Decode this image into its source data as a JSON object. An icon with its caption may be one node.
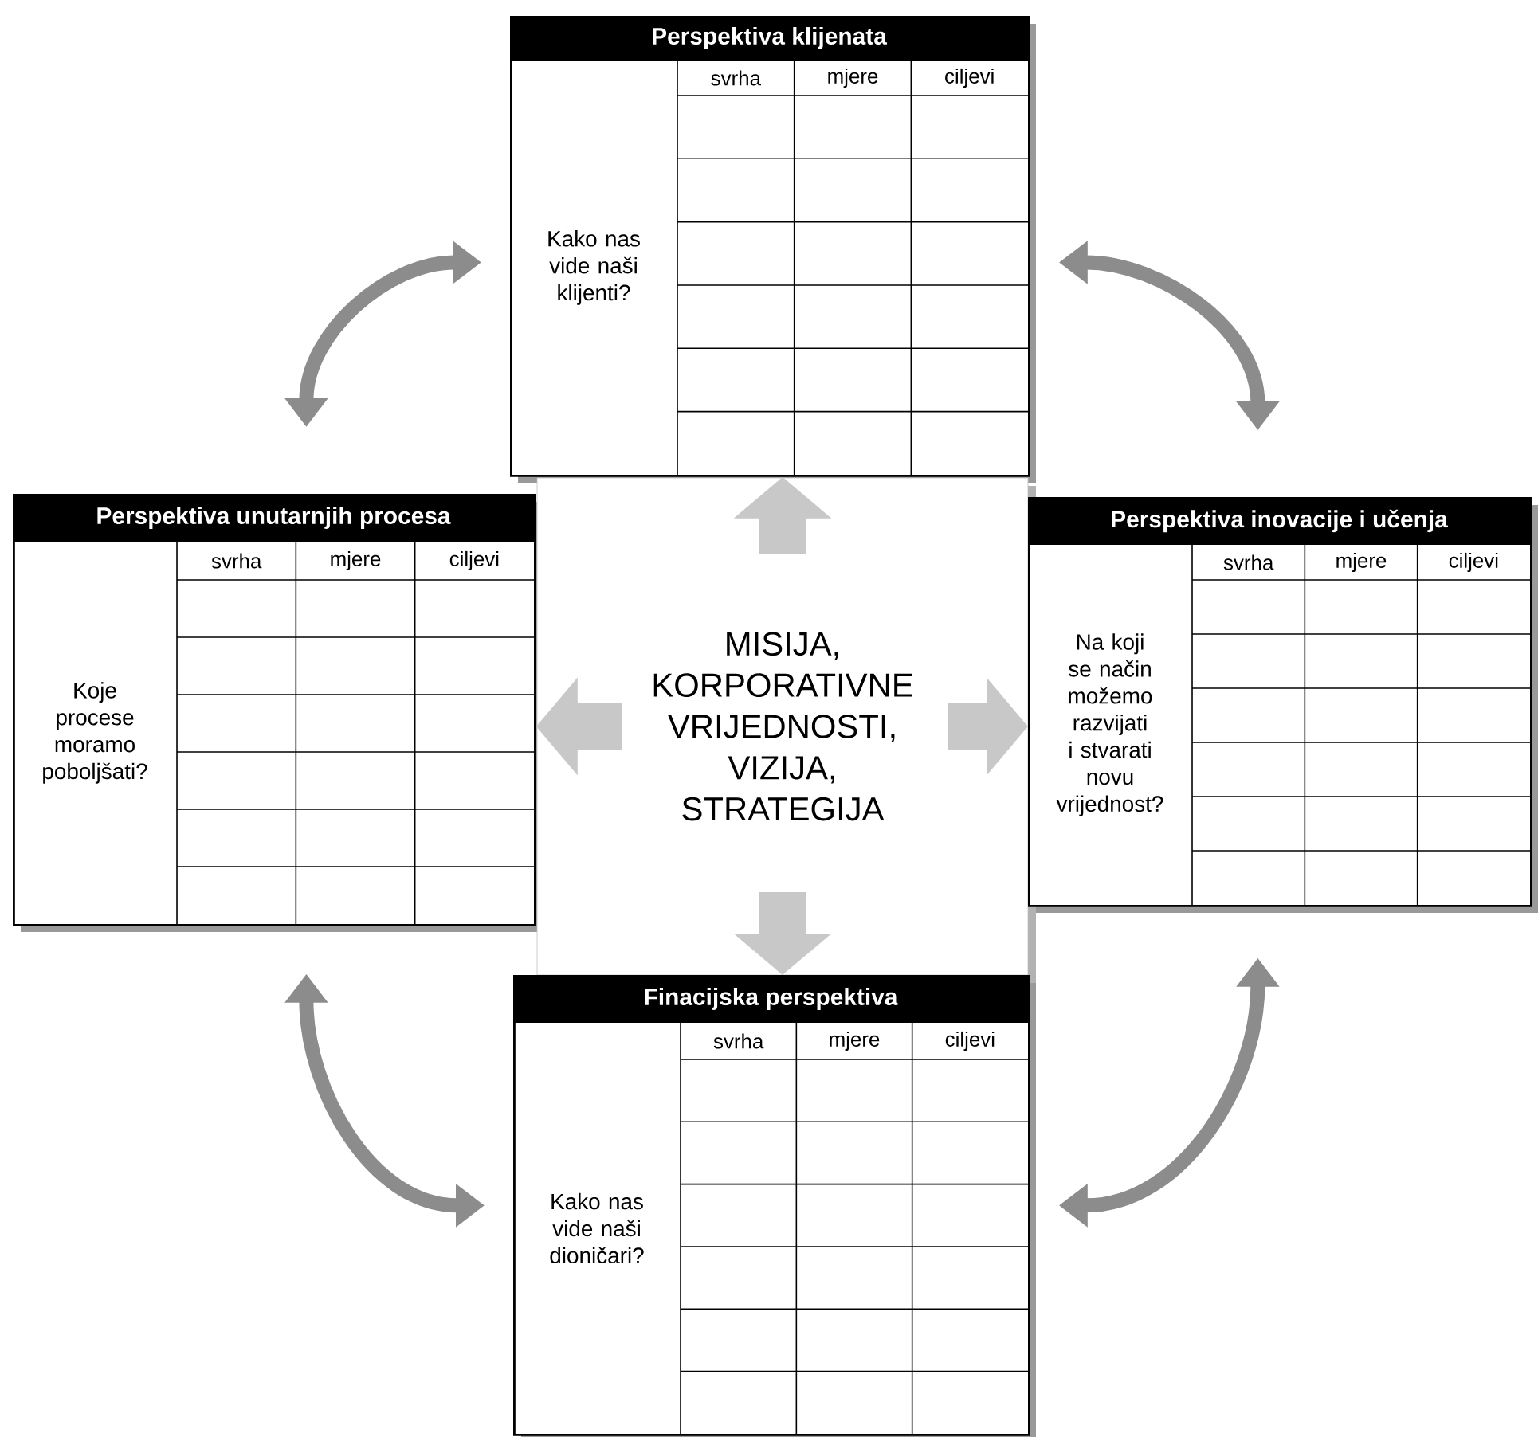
{
  "diagram": {
    "nodes": [
      {
        "text": [
          "Perspektiva klijenata",
          "Kako nas vide naši klijenti?",
          "svrha",
          "mjere",
          "ciljevi"
        ]
      },
      {
        "text": [
          "Perspektiva unutarnjih procesa",
          "Koje procese moramo poboljšati?",
          "svrha",
          "mjere",
          "ciljevi"
        ]
      },
      {
        "text": [
          "MISIJA, KORPORATIVNE VRIJEDNOSTI, VIZIJA, STRATEGIJA"
        ]
      },
      {
        "text": [
          "Perspektiva inovacije i učenja",
          "Na koji se način možemo razvijati i stvarati novu vrijednost?",
          "svrha",
          "mjere",
          "ciljevi"
        ]
      },
      {
        "text": [
          "Finacijska perspektiva",
          "Kako nas vide naši dioničari?",
          "svrha",
          "mjere",
          "ciljevi"
        ]
      }
    ],
    "edges": [
      {
        "from": 1,
        "to": 0,
        "arrow": "both"
      },
      {
        "from": 0,
        "to": 3,
        "arrow": "both"
      },
      {
        "from": 1,
        "to": 4,
        "arrow": "both"
      },
      {
        "from": 4,
        "to": 3,
        "arrow": "both"
      },
      {
        "from": 2,
        "to": 0,
        "arrow": "to",
        "style": "thick",
        "color": "#c8c8c8"
      },
      {
        "from": 2,
        "to": 1,
        "arrow": "to",
        "style": "thick",
        "color": "#c8c8c8"
      },
      {
        "from": 2,
        "to": 3,
        "arrow": "to",
        "style": "thick",
        "color": "#c8c8c8"
      },
      {
        "from": 2,
        "to": 4,
        "arrow": "to",
        "style": "thick",
        "color": "#c8c8c8"
      }
    ]
  }
}
